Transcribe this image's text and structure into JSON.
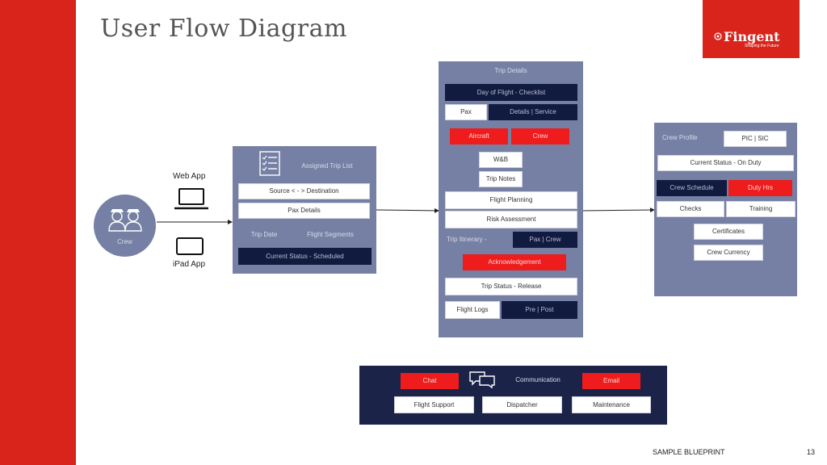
{
  "title": "User Flow Diagram",
  "logo": {
    "brand": "Fingent",
    "tagline": "Shaping the Future"
  },
  "footer": {
    "label": "SAMPLE BLUEPRINT",
    "page": "13"
  },
  "crew": {
    "label": "Crew"
  },
  "channels": {
    "web": "Web App",
    "ipad": "iPad App"
  },
  "assigned": {
    "title": "Assigned Trip List",
    "source_dest": "Source < - > Destination",
    "pax_details": "Pax Details",
    "trip_date": "Trip Date",
    "flight_segments": "Flight Segments",
    "status": "Current Status - Scheduled"
  },
  "trip": {
    "title": "Trip Details",
    "day_of_flight": "Day of Flight - Checklist",
    "pax": "Pax",
    "details_service": "Details | Service",
    "aircraft": "Aircraft",
    "crew": "Crew",
    "wbx": "W&B",
    "trip_notes": "Trip Notes",
    "flight_planning": "Flight Planning",
    "risk_assessment": "Risk Assessment",
    "itinerary": "Trip Itinerary -",
    "pax_crew": "Pax | Crew",
    "acknowledgement": "Acknowledgement",
    "trip_status": "Trip Status - Release",
    "flight_logs": "Flight Logs",
    "pre_post": "Pre | Post"
  },
  "profile": {
    "title": "Crew Profile",
    "pic_sic": "PIC | SIC",
    "status": "Current Status - On Duty",
    "schedule": "Crew Schedule",
    "duty_hrs": "Duty Hrs",
    "checks": "Checks",
    "training": "Training",
    "certificates": "Certificates",
    "currency": "Crew Currency"
  },
  "comm": {
    "chat": "Chat",
    "communication": "Communication",
    "email": "Email",
    "flight_support": "Flight Support",
    "dispatcher": "Dispatcher",
    "maintenance": "Maintenance"
  },
  "colors": {
    "brand_red": "#d9241c",
    "panel": "#7580a4",
    "navy": "#1b2448",
    "alert_red": "#ee1c1c"
  }
}
